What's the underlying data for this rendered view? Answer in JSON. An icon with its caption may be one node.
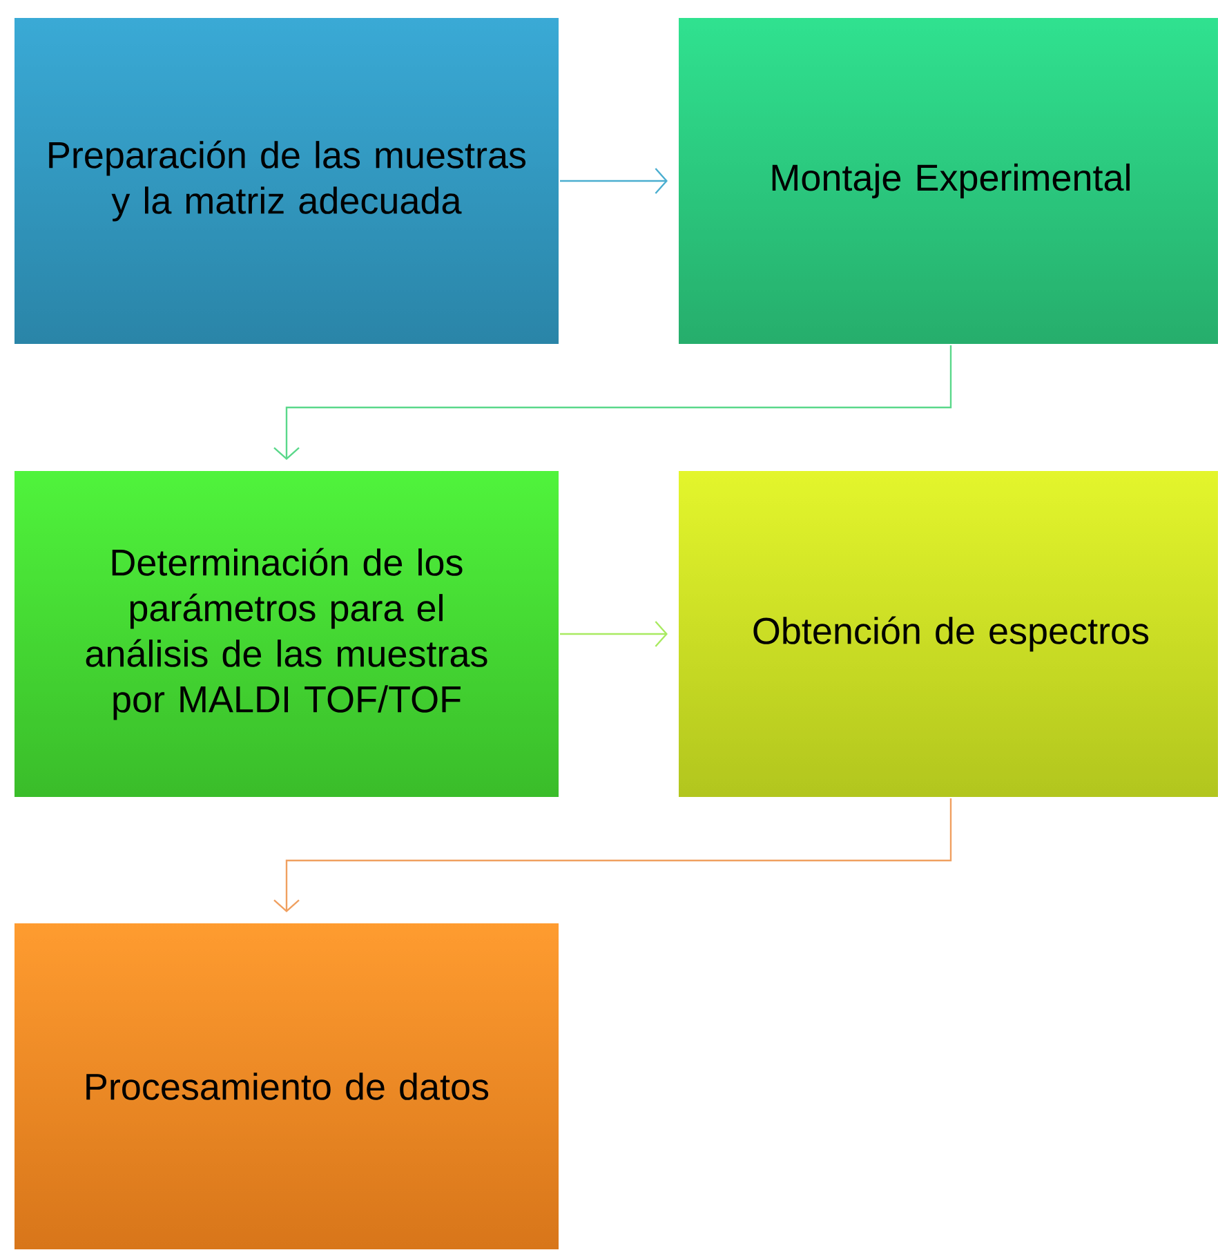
{
  "diagram": {
    "nodes": [
      {
        "text": [
          "Preparación de las muestras y la matriz adecuada"
        ]
      },
      {
        "text": [
          "Montaje Experimental"
        ]
      },
      {
        "text": [
          "Determinación de los parámetros para el análisis de las muestras por MALDI TOF/TOF"
        ]
      },
      {
        "text": [
          "Obtención de espectros"
        ]
      },
      {
        "text": [
          "Procesamiento de datos"
        ]
      }
    ],
    "edges": [
      {
        "from": 0,
        "to": 1,
        "arrow": "to",
        "color": "#4aaed0"
      },
      {
        "from": 1,
        "to": 2,
        "arrow": "to",
        "color": "#5ad88a"
      },
      {
        "from": 2,
        "to": 3,
        "arrow": "to",
        "color": "#a8ea60"
      },
      {
        "from": 3,
        "to": 4,
        "arrow": "to",
        "color": "#f0a060"
      }
    ]
  }
}
